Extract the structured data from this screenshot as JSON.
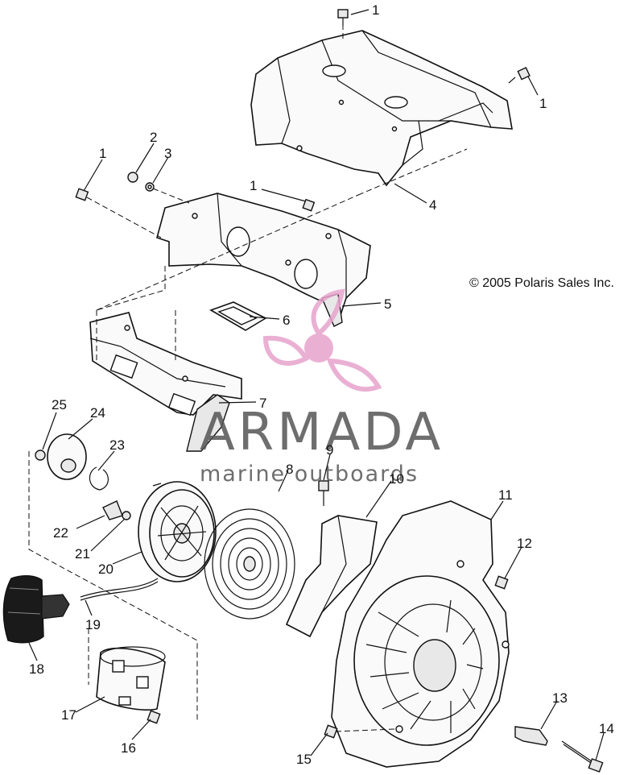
{
  "copyright": "© 2005 Polaris Sales Inc.",
  "watermark": {
    "title": "ARMADA",
    "subtitle": "marine outboards",
    "logo_color": "#e7a3cc"
  },
  "callouts": [
    "1",
    "1",
    "1",
    "1",
    "2",
    "3",
    "4",
    "5",
    "6",
    "7",
    "8",
    "9",
    "10",
    "11",
    "12",
    "13",
    "14",
    "15",
    "16",
    "17",
    "18",
    "19",
    "20",
    "21",
    "22",
    "23",
    "24",
    "25"
  ]
}
